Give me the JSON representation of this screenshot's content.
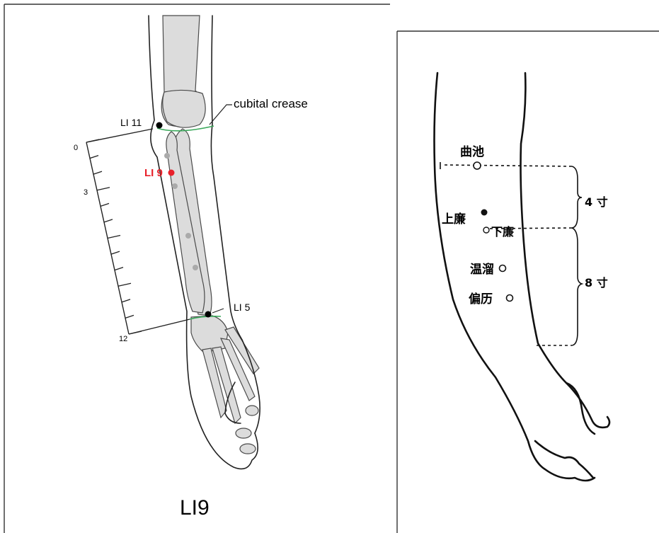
{
  "left_figure": {
    "title": "LI9",
    "labels": {
      "cubital_crease": "cubital crease",
      "li11": "LI 11",
      "li9": "LI 9",
      "li5": "LI 5"
    },
    "scale_ticks": {
      "zero": "0",
      "three": "3",
      "twelve": "12"
    },
    "colors": {
      "target_point": "#e8202a",
      "crease_line": "#3aa85a",
      "bone_fill": "#dcdcdc"
    }
  },
  "right_figure": {
    "labels": {
      "quchi": "曲池",
      "shanglian": "上廉",
      "xialian": "下廉",
      "wenliu": "温溜",
      "pianli": "偏历"
    },
    "measurements": {
      "upper": "4 寸",
      "lower": "8 寸"
    }
  }
}
